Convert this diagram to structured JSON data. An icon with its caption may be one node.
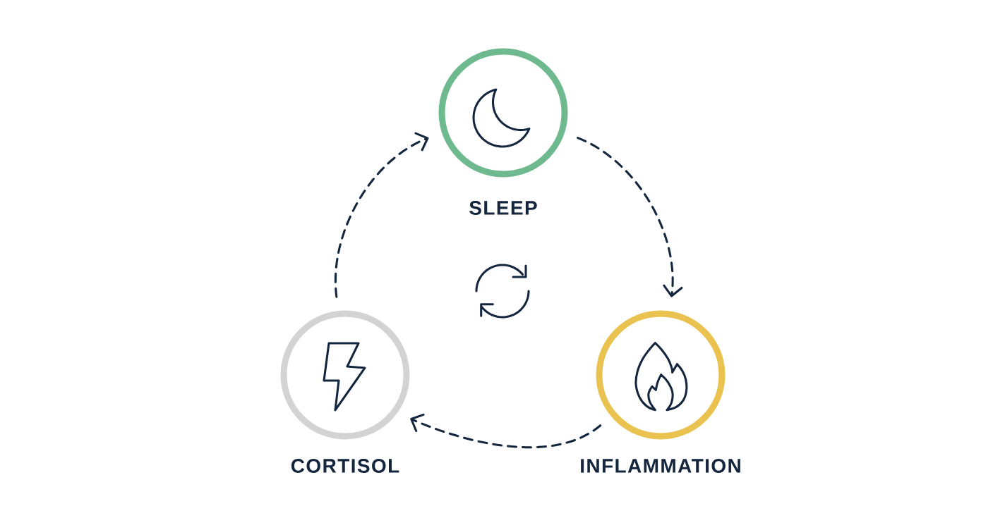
{
  "diagram": {
    "nodes": [
      {
        "text": [
          "SLEEP"
        ]
      },
      {
        "text": [
          "CORTISOL"
        ]
      },
      {
        "text": [
          "INFLAMMATION"
        ]
      }
    ],
    "edges": [
      {
        "from": 0,
        "to": 2,
        "arrow": "to"
      },
      {
        "from": 2,
        "to": 1,
        "arrow": "to"
      },
      {
        "from": 1,
        "to": 0,
        "arrow": "to"
      }
    ]
  }
}
